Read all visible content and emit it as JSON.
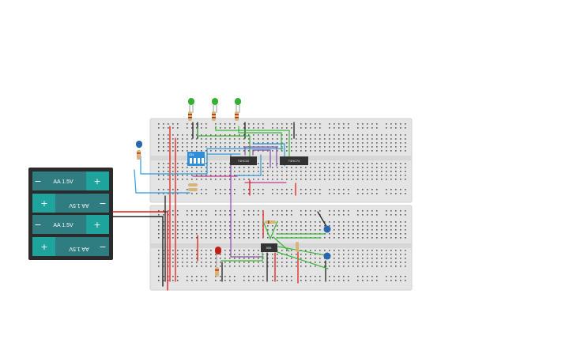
{
  "battery": {
    "cells": [
      {
        "label": "AA 1.5V",
        "pos_sign": "+",
        "neg_sign": "−",
        "flipped": false
      },
      {
        "label": "AA 1.5V",
        "pos_sign": "+",
        "neg_sign": "−",
        "flipped": true
      },
      {
        "label": "AA 1.5V",
        "pos_sign": "+",
        "neg_sign": "−",
        "flipped": false
      },
      {
        "label": "AA 1.5V",
        "pos_sign": "+",
        "neg_sign": "−",
        "flipped": true
      }
    ]
  },
  "components": {
    "ic_top_left": "74HC32",
    "ic_top_right": "74HC74",
    "ic_bottom": "555",
    "dip_switch": "ON"
  },
  "colors": {
    "breadboard": "#e4e4e4",
    "battery_case": "#2b2b2b",
    "battery_cell": "#2f7d80",
    "battery_cap": "#1fa39d",
    "wire_red": "#e0201a",
    "wire_black": "#222222",
    "wire_green": "#3cb83c",
    "wire_blue": "#2e9bd6",
    "wire_purple": "#8a4fa8",
    "wire_magenta": "#c03a8c",
    "led_green": "#35b035",
    "led_red": "#c0201a",
    "led_blue": "#2a66b0"
  }
}
